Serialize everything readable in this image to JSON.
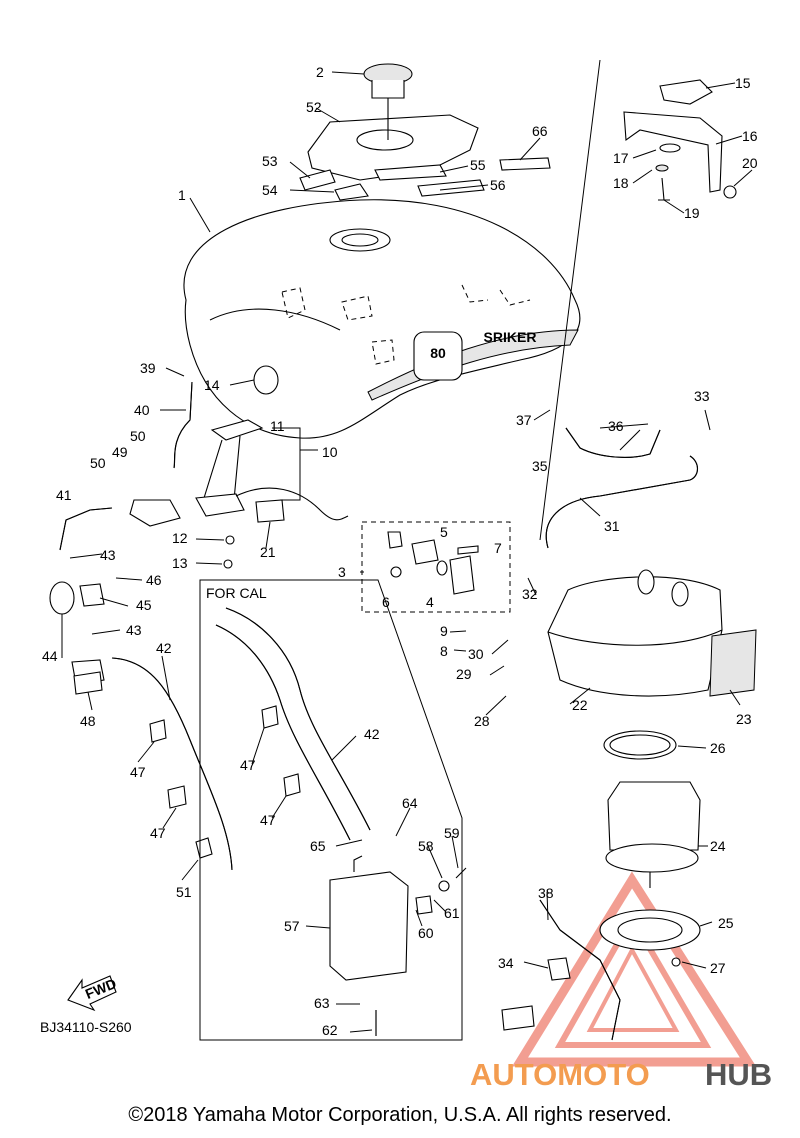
{
  "diagram_code": "BJ34110-S260",
  "group_label": "FOR CAL",
  "direction_badge": "FWD",
  "tank_badge": {
    "number": "80",
    "script": "SRIKER"
  },
  "watermark": {
    "part1": "AUTOMOTO",
    "part2": "HUB"
  },
  "copyright": "©2018 Yamaha Motor Corporation, U.S.A. All rights reserved.",
  "colors": {
    "line": "#000000",
    "watermark_red": "#f39c50",
    "watermark_gray": "#555555",
    "watermark_triangle": "#e8503a"
  },
  "callouts": [
    "1",
    "2",
    "3",
    "4",
    "5",
    "6",
    "7",
    "8",
    "9",
    "10",
    "11",
    "12",
    "13",
    "14",
    "15",
    "16",
    "17",
    "18",
    "19",
    "20",
    "21",
    "22",
    "23",
    "24",
    "25",
    "26",
    "27",
    "28",
    "29",
    "30",
    "31",
    "32",
    "33",
    "34",
    "35",
    "36",
    "37",
    "38",
    "39",
    "40",
    "41",
    "42",
    "42",
    "43",
    "43",
    "44",
    "45",
    "46",
    "47",
    "47",
    "47",
    "47",
    "47",
    "48",
    "49",
    "50",
    "50",
    "51",
    "52",
    "53",
    "54",
    "55",
    "56",
    "57",
    "58",
    "59",
    "60",
    "61",
    "62",
    "63",
    "64",
    "65",
    "66"
  ]
}
